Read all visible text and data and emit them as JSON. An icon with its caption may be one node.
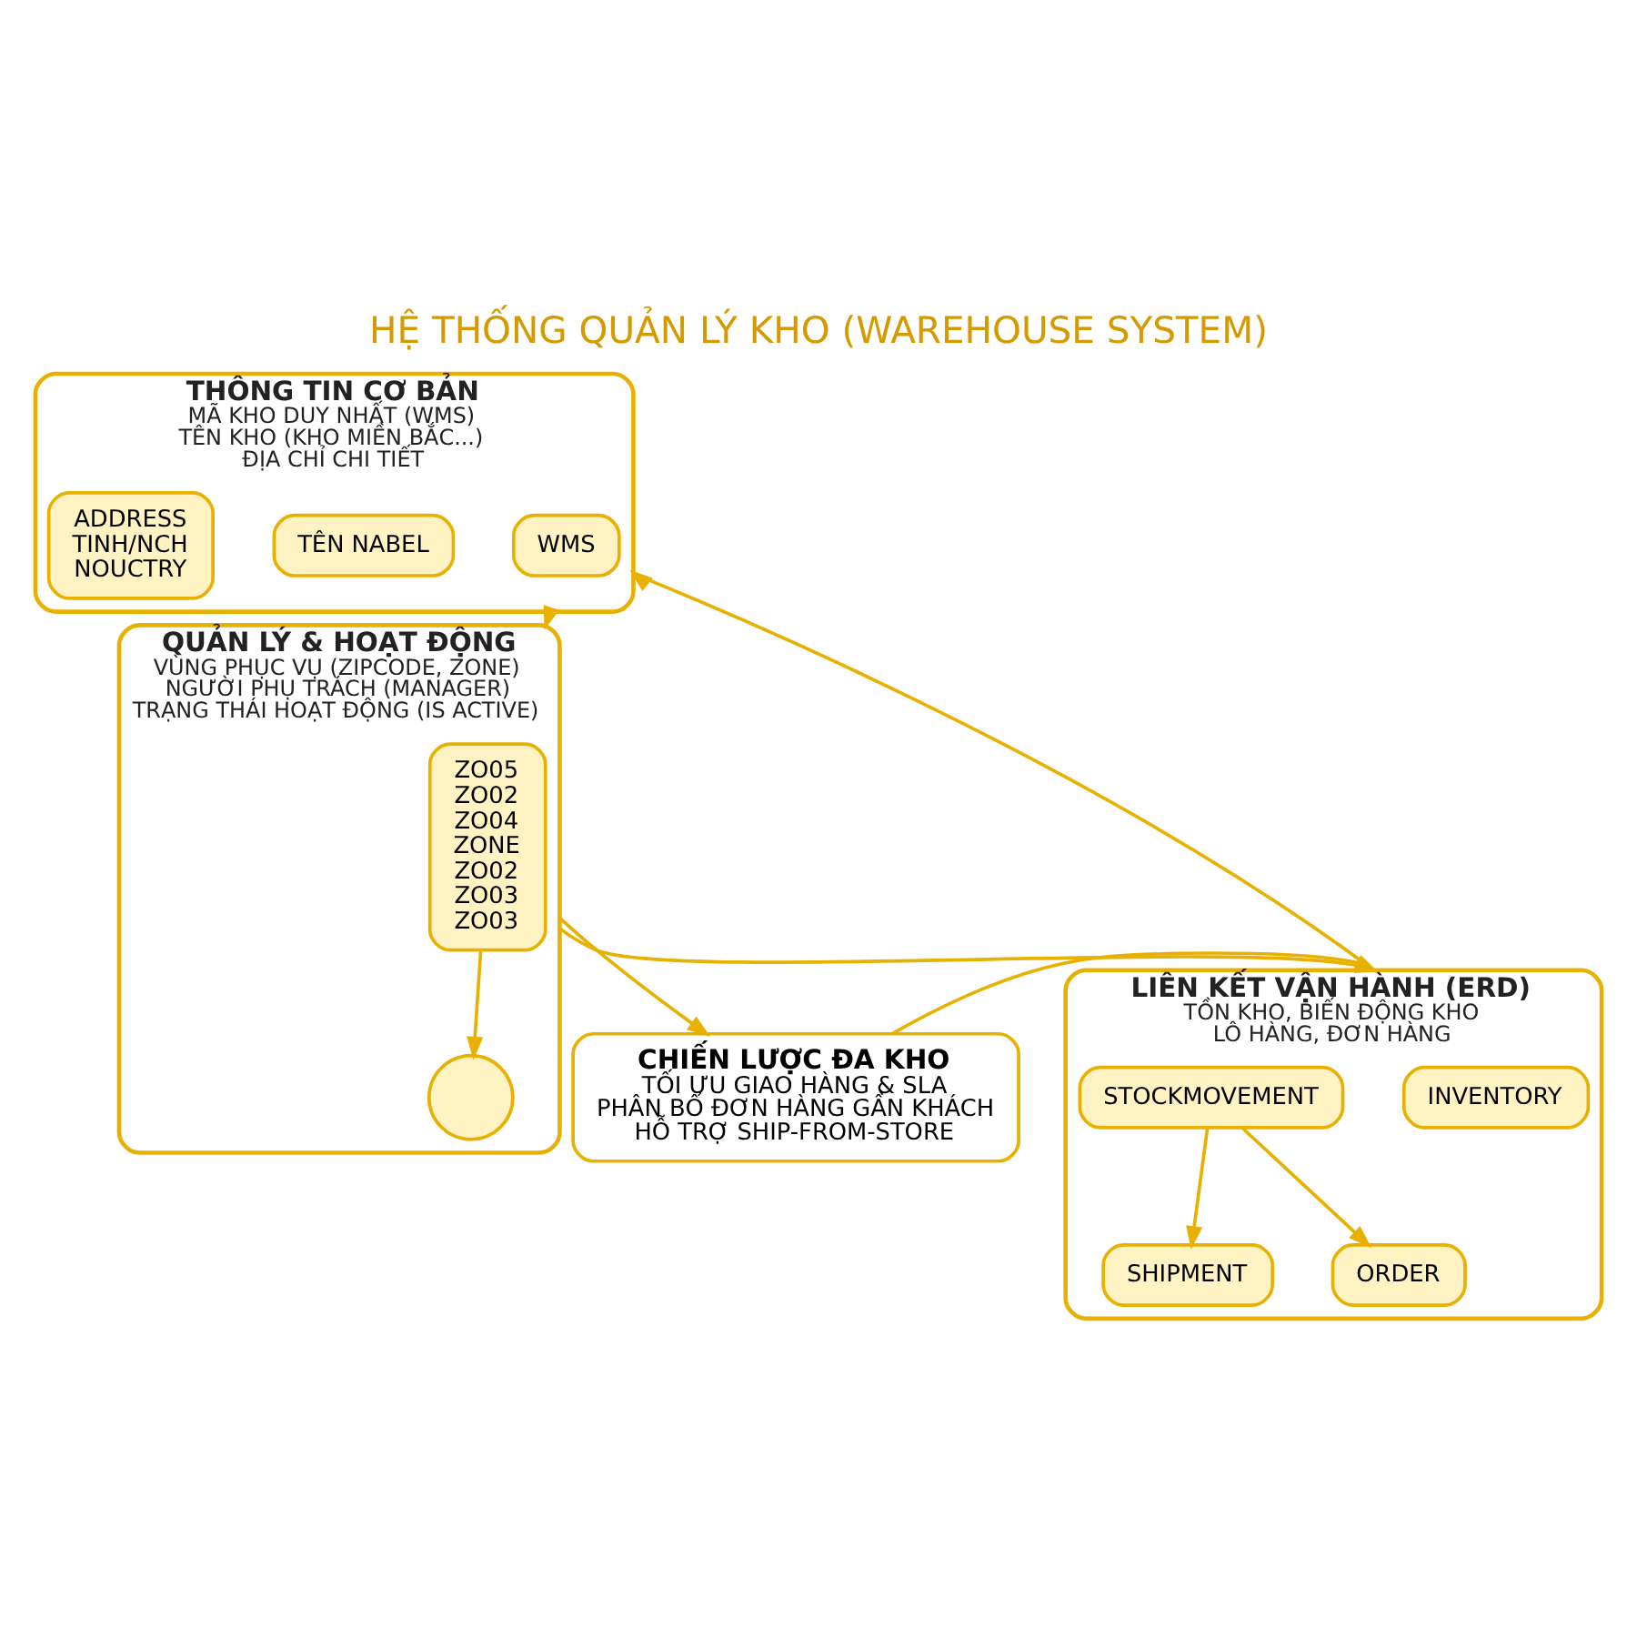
{
  "diagram": {
    "title": "HỆ THỐNG QUẢN LÝ KHO (WAREHOUSE SYSTEM)",
    "nodes": [
      {
        "text": [
          "THÔNG TIN CƠ BẢN",
          "MÃ KHO DUY NHẤT (WMS)",
          "TÊN KHO (KHO MIỀN BẮC...)",
          "ĐỊA CHỈ CHI TIẾT"
        ]
      },
      {
        "text": [
          "WMS"
        ],
        "in": 0
      },
      {
        "text": [
          "TÊN NABEL"
        ],
        "in": 0
      },
      {
        "text": [
          "ADDRESS",
          "TINH/NCH",
          "NOUCTRY"
        ],
        "in": 0
      },
      {
        "text": [
          "QUẢN LÝ & HOẠT ĐỘNG",
          "VÙNG PHỤC VỤ (ZIPCODE, ZONE)",
          "NGƯỜI PHỤ TRÁCH (MANAGER)",
          "TRẠNG THÁI HOẠT ĐỘNG (IS ACTIVE)"
        ]
      },
      {
        "text": [
          "ZO05",
          "ZO02",
          "ZO04",
          "ZONE",
          "ZO02",
          "ZO03",
          "ZO03"
        ],
        "in": 4
      },
      {
        "text": [],
        "shape": "person",
        "in": 4
      },
      {
        "text": [
          "LIÊN KẾT VẬN HÀNH (ERD)",
          "TỒN KHO, BIẾN ĐỘNG KHO",
          "LÔ HÀNG, ĐƠN HÀNG"
        ]
      },
      {
        "text": [
          "INVENTORY"
        ],
        "in": 7
      },
      {
        "text": [
          "STOCKMOVEMENT"
        ],
        "in": 7
      },
      {
        "text": [
          "SHIPMENT"
        ],
        "in": 7
      },
      {
        "text": [
          "ORDER"
        ],
        "in": 7
      },
      {
        "text": [
          "CHIẾN LƯỢC ĐA KHO",
          "TỐI ƯU GIAO HÀNG & SLA",
          "PHÂN BỔ ĐƠN HÀNG GẦN KHÁCH",
          "HỖ TRỢ SHIP-FROM-STORE"
        ]
      }
    ],
    "edges": [
      {
        "from": 0,
        "to": 4,
        "arrow": "to"
      },
      {
        "from": 4,
        "to": 12,
        "arrow": "to"
      },
      {
        "from": 12,
        "to": 7,
        "arrow": "to"
      },
      {
        "from": 7,
        "to": 0,
        "arrow": "to"
      },
      {
        "from": 4,
        "to": 7,
        "arrow": "to"
      },
      {
        "from": 5,
        "to": 6,
        "arrow": "to"
      },
      {
        "from": 9,
        "to": 10,
        "arrow": "to"
      },
      {
        "from": 9,
        "to": 11,
        "arrow": "to"
      }
    ]
  }
}
